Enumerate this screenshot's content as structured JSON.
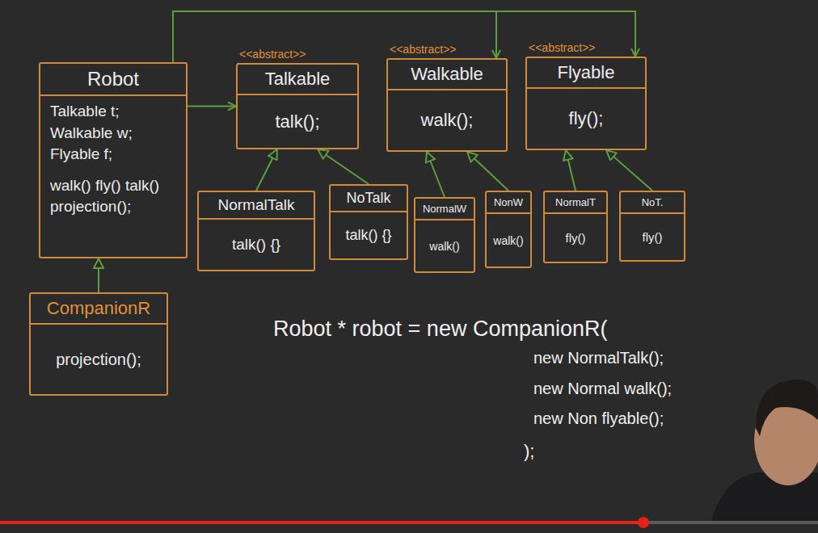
{
  "diagram": {
    "nodes": [
      {
        "text": [
          "Robot",
          "Talkable t; Walkable w; Flyable f;",
          "walk() fly() talk() projection();"
        ]
      },
      {
        "text": [
          "<<abstract>>",
          "Talkable",
          "talk();"
        ]
      },
      {
        "text": [
          "<<abstract>>",
          "Walkable",
          "walk();"
        ]
      },
      {
        "text": [
          "<<abstract>>",
          "Flyable",
          "fly();"
        ]
      },
      {
        "text": [
          "NormalTalk",
          "talk() {}"
        ]
      },
      {
        "text": [
          "NoTalk",
          "talk() {}"
        ]
      },
      {
        "text": [
          "NormalW",
          "walk()"
        ]
      },
      {
        "text": [
          "NonW",
          "walk()"
        ]
      },
      {
        "text": [
          "NormalT",
          "fly()"
        ]
      },
      {
        "text": [
          "NoT.",
          "fly()"
        ]
      },
      {
        "text": [
          "CompanionR",
          "projection();"
        ]
      }
    ],
    "edges": [
      {
        "from": 0,
        "to": 1,
        "arrow": "to"
      },
      {
        "from": 0,
        "to": 2,
        "arrow": "to"
      },
      {
        "from": 0,
        "to": 3,
        "arrow": "to"
      },
      {
        "from": 4,
        "to": 1,
        "arrow": "to"
      },
      {
        "from": 5,
        "to": 1,
        "arrow": "to"
      },
      {
        "from": 6,
        "to": 2,
        "arrow": "to"
      },
      {
        "from": 7,
        "to": 2,
        "arrow": "to"
      },
      {
        "from": 8,
        "to": 3,
        "arrow": "to"
      },
      {
        "from": 9,
        "to": 3,
        "arrow": "to"
      },
      {
        "from": 10,
        "to": 0,
        "arrow": "to"
      }
    ],
    "labels": [
      "Robot * robot = new CompanionR(",
      "new NormalTalk();",
      "new Normal walk();",
      "new Non flyable();",
      ");"
    ]
  }
}
